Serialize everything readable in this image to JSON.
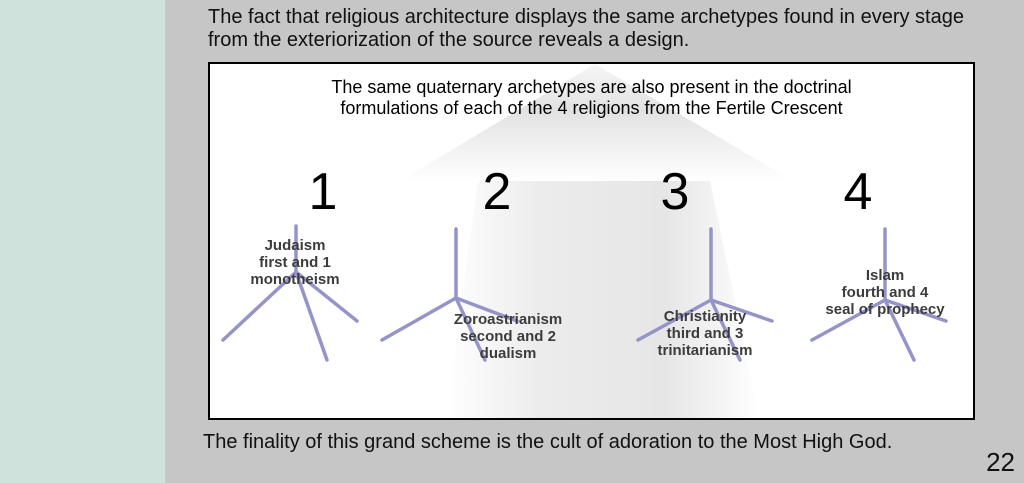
{
  "slide": {
    "top_text": "The fact that religious architecture displays the same archetypes found in every stage from the exteriorization of the source reveals a design.",
    "panel_title": "The same quaternary archetypes are also present in the doctrinal\nformulations of each of the 4 religions from the Fertile Crescent",
    "items": [
      {
        "number": "1",
        "label": "Judaism\nfirst and 1\nmonotheism"
      },
      {
        "number": "2",
        "label": "Zoroastrianism\nsecond and 2\ndualism"
      },
      {
        "number": "3",
        "label": "Christianity\nthird and 3\ntrinitarianism"
      },
      {
        "number": "4",
        "label": "Islam\nfourth and 4\nseal of prophecy"
      }
    ],
    "bottom_text": "The finality of this grand scheme is the cult of adoration to the Most High God.",
    "page_number": "22"
  },
  "colors": {
    "sidebar": "#cfe2dc",
    "background": "#c6c6c6",
    "lines": "#9494c8"
  }
}
